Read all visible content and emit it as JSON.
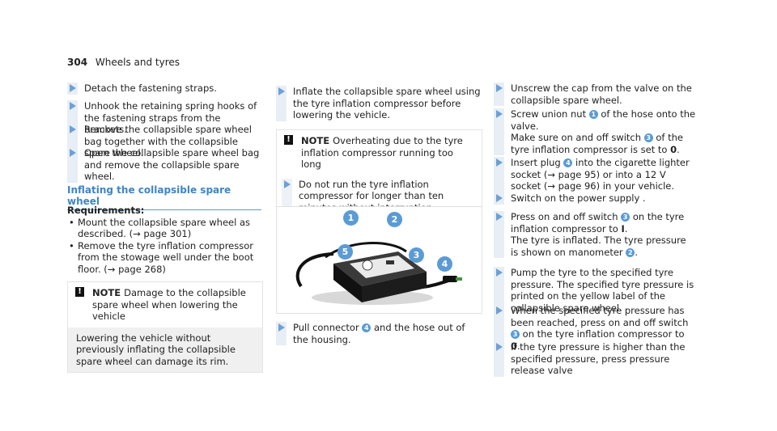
{
  "header": {
    "page_number": "304",
    "section": "Wheels and tyres"
  },
  "col1": {
    "steps": [
      "Detach the fastening straps.",
      "Unhook the retaining spring hooks of the fastening straps from the brackets.",
      "Remove the collapsible spare wheel bag together with the collapsible spare wheel.",
      "Open the collapsible spare wheel bag and remove the collapsible spare wheel."
    ],
    "heading": "Inflating the collapsible spare wheel",
    "requirements_title": "Requirements:",
    "requirements": [
      "Mount the collapsible spare wheel as described. (→ page 301)",
      "Remove the tyre inflation compressor from the stowage well under the boot floor. (→ page 268)"
    ],
    "note": {
      "label": "NOTE",
      "title": "Damage to the collapsible spare wheel when lowering the vehicle",
      "body": "Lowering the vehicle without previously inflating the collapsible spare wheel can damage its rim."
    }
  },
  "col2": {
    "step1": "Inflate the collapsible spare wheel using the tyre inflation compressor before lowering the vehicle.",
    "note": {
      "label": "NOTE",
      "title": "Overheating due to the tyre inflation compressor running too long",
      "body": "Do not run the tyre inflation compressor for longer than ten minutes without interruption."
    },
    "figure_callouts": [
      "1",
      "2",
      "3",
      "4",
      "5"
    ],
    "step2": {
      "pre": "Pull connector",
      "marker": "4",
      "post": "and the hose out of the housing."
    }
  },
  "col3": {
    "step1": "Unscrew the cap from the valve on the collapsible spare wheel.",
    "step2": {
      "a": "Screw union nut",
      "m1": "1",
      "b": "of the hose onto the valve.",
      "c": "Make sure on and off switch",
      "m2": "3",
      "d": "of the tyre inflation compressor is set to",
      "e": "0",
      "f": "."
    },
    "step3": {
      "a": "Insert plug",
      "m1": "4",
      "b": "into the cigarette lighter socket (→ page 95) or into a 12 V socket (→ page 96) in your vehicle."
    },
    "step4": "Switch on the power supply .",
    "step5": {
      "a": "Press on and off switch",
      "m1": "3",
      "b": "on the tyre inflation compressor to",
      "c": "I",
      "d": ".",
      "e": "The tyre is inflated. The tyre pressure is shown on manometer",
      "m2": "2",
      "f": "."
    },
    "step6": "Pump the tyre to the specified tyre pressure. The specified tyre pressure is printed on the yellow label of the collapsible spare wheel.",
    "step7": {
      "a": "When the specified tyre pressure has been reached, press on and off switch",
      "m1": "3",
      "b": "on the tyre inflation compressor to",
      "c": "0",
      "d": "."
    },
    "step8": "If the tyre pressure is higher than the specified pressure, press pressure release valve"
  },
  "colors": {
    "accent": "#5b9bd5",
    "bar": "#e8eef6",
    "heading": "#3f85c6"
  }
}
